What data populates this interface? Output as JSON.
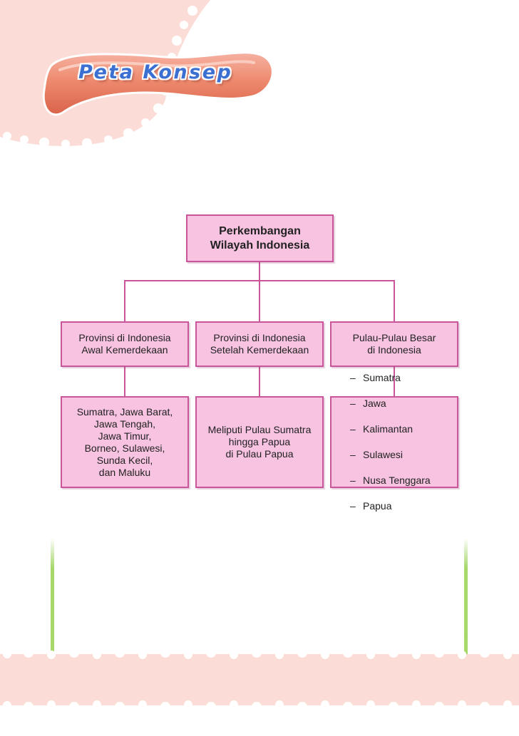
{
  "banner": {
    "title": "Peta Konsep"
  },
  "diagram": {
    "root": "Perkembangan\nWilayah Indonesia",
    "branches": [
      {
        "label": "Provinsi di Indonesia\nAwal Kemerdekaan",
        "detail": "Sumatra, Jawa Barat,\nJawa Tengah,\nJawa Timur,\nBorneo, Sulawesi,\nSunda Kecil,\ndan Maluku"
      },
      {
        "label": "Provinsi di Indonesia\nSetelah Kemerdekaan",
        "detail": "Meliputi Pulau Sumatra\nhingga Papua\ndi Pulau Papua"
      },
      {
        "label": "Pulau-Pulau Besar\ndi Indonesia",
        "items": [
          "Sumatra",
          "Jawa",
          "Kalimantan",
          "Sulawesi",
          "Nusa Tenggara",
          "Papua"
        ]
      }
    ]
  },
  "colors": {
    "node_fill": "#f7c3e1",
    "node_border": "#c9559a",
    "banner_fill": "#ee8a6e",
    "banner_text": "#3b6fd1",
    "corner_pink": "#fcdcd6",
    "accent_green": "#9cd35a"
  }
}
